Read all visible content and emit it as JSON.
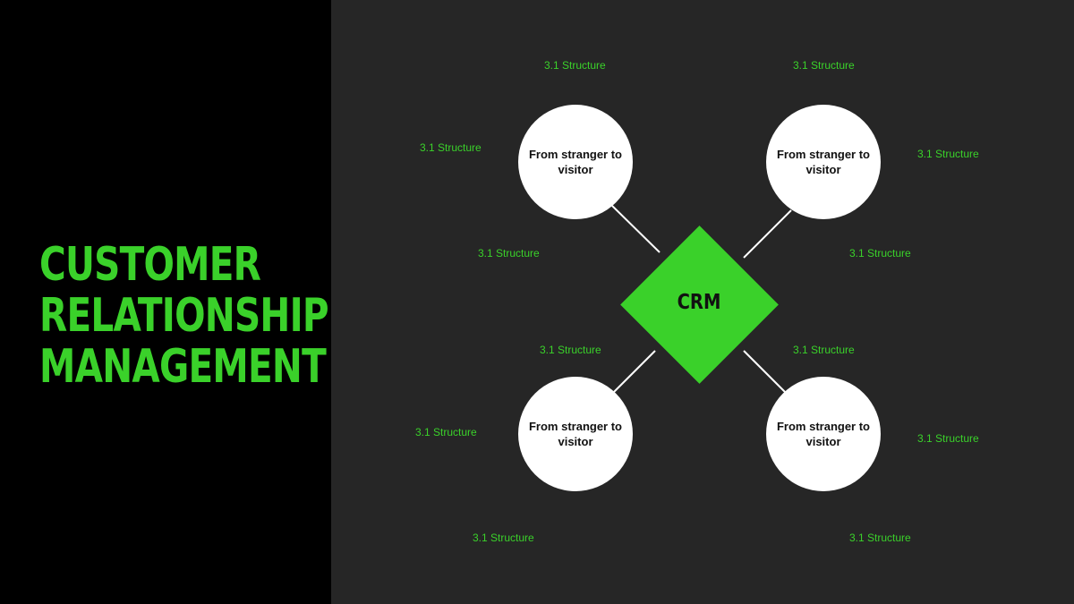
{
  "title": {
    "line1": "CUSTOMER",
    "line2": "RELATIONSHIP",
    "line3": "MANAGEMENT"
  },
  "diagram": {
    "center_label": "CRM",
    "nodes": [
      {
        "label": "From stranger to visitor"
      },
      {
        "label": "From stranger to visitor"
      },
      {
        "label": "From stranger to visitor"
      },
      {
        "label": "From stranger to visitor"
      }
    ],
    "captions": [
      "3.1 Structure",
      "3.1 Structure",
      "3.1 Structure",
      "3.1 Structure",
      "3.1 Structure",
      "3.1 Structure",
      "3.1 Structure",
      "3.1 Structure",
      "3.1 Structure",
      "3.1 Structure",
      "3.1 Structure",
      "3.1 Structure"
    ]
  },
  "colors": {
    "accent": "#3ad12a",
    "left_background": "#000000",
    "right_background": "#262626",
    "node_fill": "#ffffff"
  }
}
